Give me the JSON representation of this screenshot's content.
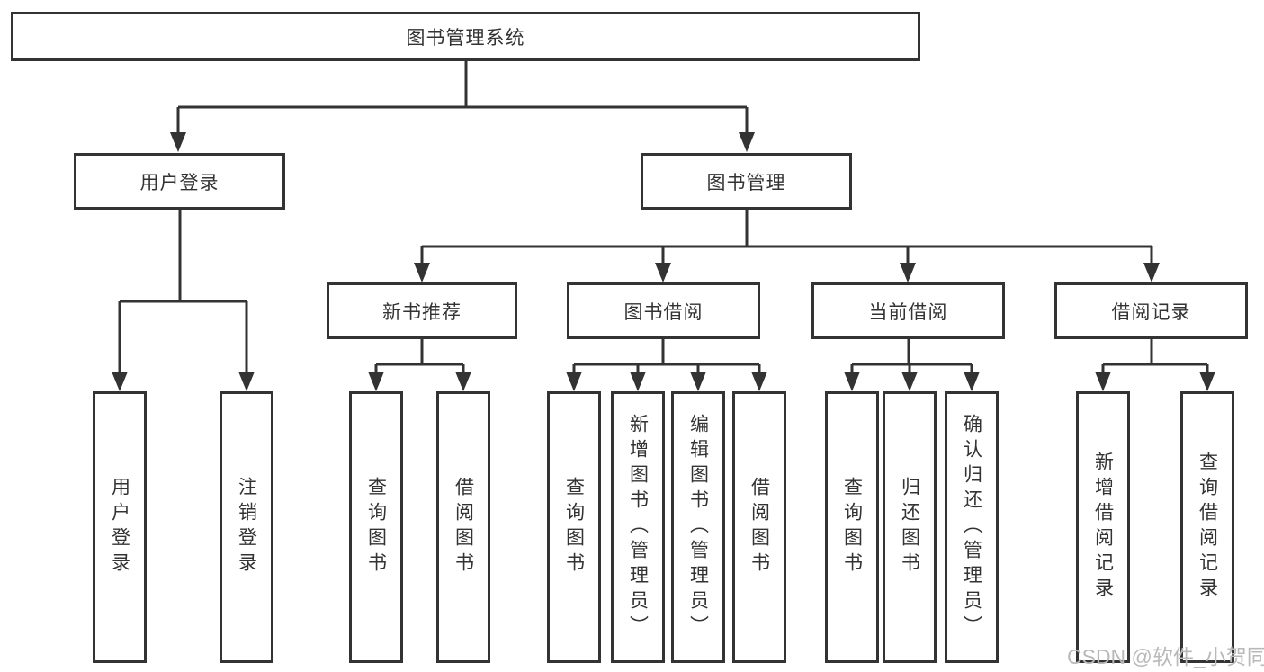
{
  "tree": {
    "label": "图书管理系统",
    "children": [
      {
        "label": "用户登录",
        "children": [
          {
            "label": "用户登录"
          },
          {
            "label": "注销登录"
          }
        ]
      },
      {
        "label": "图书管理",
        "children": [
          {
            "label": "新书推荐",
            "children": [
              {
                "label": "查询图书"
              },
              {
                "label": "借阅图书"
              }
            ]
          },
          {
            "label": "图书借阅",
            "children": [
              {
                "label": "查询图书"
              },
              {
                "label": "新增图书（管理员）"
              },
              {
                "label": "编辑图书（管理员）"
              },
              {
                "label": "借阅图书"
              }
            ]
          },
          {
            "label": "当前借阅",
            "children": [
              {
                "label": "查询图书"
              },
              {
                "label": "归还图书"
              },
              {
                "label": "确认归还（管理员）"
              }
            ]
          },
          {
            "label": "借阅记录",
            "children": [
              {
                "label": "新增借阅记录"
              },
              {
                "label": "查询借阅记录"
              }
            ]
          }
        ]
      }
    ]
  },
  "watermark": "CSDN @软件_小贺同学",
  "colors": {
    "line": "#333333",
    "text": "#333333",
    "watermark": "#b9b9b9",
    "background": "#ffffff"
  }
}
